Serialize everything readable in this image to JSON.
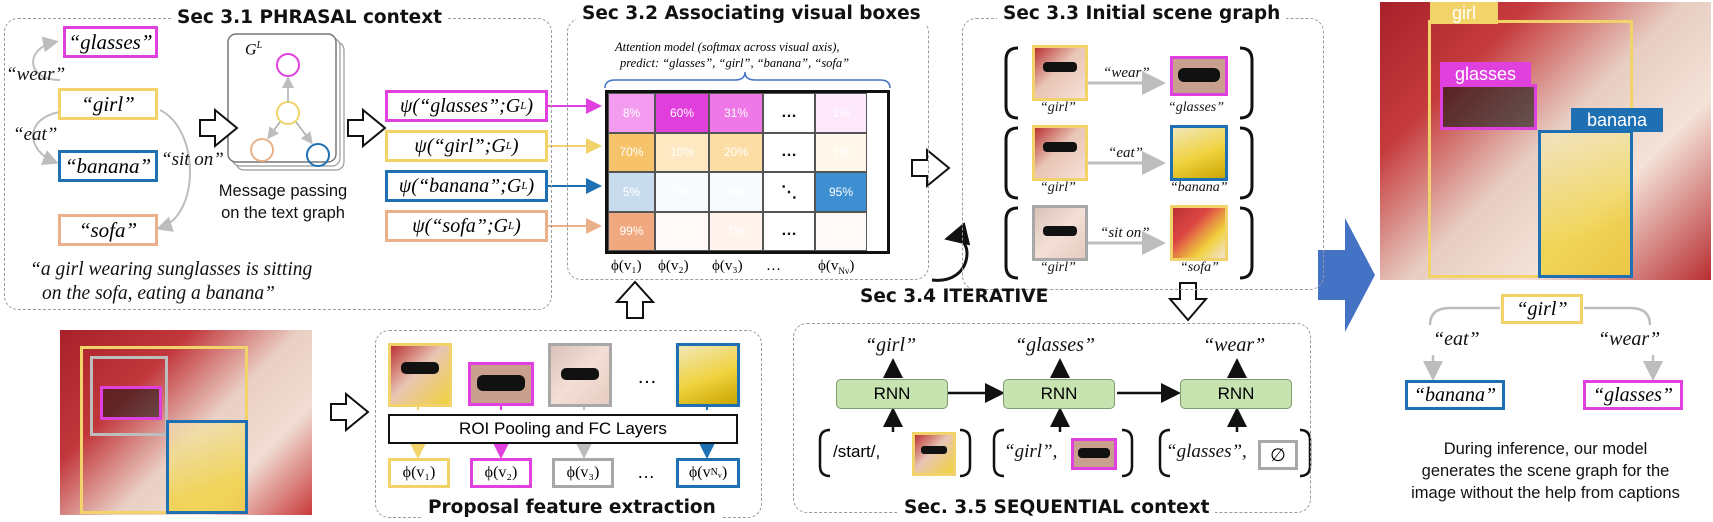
{
  "sections": {
    "s31": "Sec 3.1 PHRASAL context",
    "s32": "Sec 3.2 Associating visual boxes",
    "s33": "Sec 3.3 Initial scene graph",
    "s34": "Sec 3.4 ITERATIVE",
    "s35": "Sec. 3.5 SEQUENTIAL context",
    "proposal": "Proposal feature extraction"
  },
  "phrasal": {
    "nodes": [
      "“glasses”",
      "“girl”",
      "“banana”",
      "“sofa”"
    ],
    "edges": [
      "“wear”",
      "“eat”",
      "“sit on”"
    ],
    "graph_label": "G",
    "graph_sup": "L",
    "message": [
      "Message passing",
      "on the text graph"
    ],
    "caption": [
      "“a girl wearing sunglasses is sitting",
      "on the sofa, eating a banana”"
    ]
  },
  "psi": [
    "glasses",
    "girl",
    "banana",
    "sofa"
  ],
  "attention": {
    "note1": "Attention model (softmax across visual axis),",
    "note2": "predict: “glasses”, “girl”, “banana”, “sofa”",
    "cells": [
      [
        "8%",
        "60%",
        "31%",
        "…",
        "1%"
      ],
      [
        "70%",
        "10%",
        "20%",
        "…",
        "1%"
      ],
      [
        "5%",
        "0%",
        "0%",
        "⋱",
        "95%"
      ],
      [
        "99%",
        "0%",
        "1%",
        "…",
        "0%"
      ]
    ],
    "cell_colors": [
      [
        "#f49cef",
        "#e13fdc",
        "#ee78e7",
        "#ffffff",
        "#fde9fb"
      ],
      [
        "#f6c36a",
        "#fde8c1",
        "#fcdda5",
        "#ffffff",
        "#fff8ea"
      ],
      [
        "#c8dcee",
        "#f7fbfe",
        "#f7fbfe",
        "#ffffff",
        "#3e8fd1"
      ],
      [
        "#f0a97e",
        "#fffaf7",
        "#fff3ec",
        "#ffffff",
        "#fffaf7"
      ]
    ],
    "phi": [
      "ϕ(v₁)",
      "ϕ(v₂)",
      "ϕ(v₃)",
      "…",
      "ϕ(v"
    ]
  },
  "scene": {
    "edges": [
      "“wear”",
      "“eat”",
      "“sit on”"
    ],
    "subjects": [
      "“girl”",
      "“girl”",
      "“girl”"
    ],
    "objects": [
      "“glasses”",
      "“banana”",
      "“sofa”"
    ]
  },
  "proposal": {
    "roi": "ROI Pooling and FC Layers",
    "phi": [
      "ϕ(v₁)",
      "ϕ(v₂)",
      "ϕ(v₃)",
      "…",
      "ϕ(v"
    ],
    "dots": "…"
  },
  "sequential": {
    "outputs": [
      "“girl”",
      "“glasses”",
      "“wear”"
    ],
    "rnn": "RNN",
    "inputs": [
      "/start/,",
      "“girl”,",
      "“glasses”,"
    ],
    "empty": "∅"
  },
  "result": {
    "labels": [
      "girl",
      "glasses",
      "banana"
    ],
    "tree_root": "“girl”",
    "tree_edges": [
      "“eat”",
      "“wear”"
    ],
    "tree_leaves": [
      "“banana”",
      "“glasses”"
    ],
    "caption": [
      "During inference, our model",
      "generates the scene graph for the",
      "image without the help from captions"
    ]
  },
  "colors": {
    "glasses": "#e040dd",
    "girl": "#f2d36a",
    "banana": "#1f6fb3",
    "sofa": "#eab08a",
    "gray": "#a8a8a8",
    "rnn": "#c6e3b0",
    "blue_arrow": "#4472c4"
  }
}
